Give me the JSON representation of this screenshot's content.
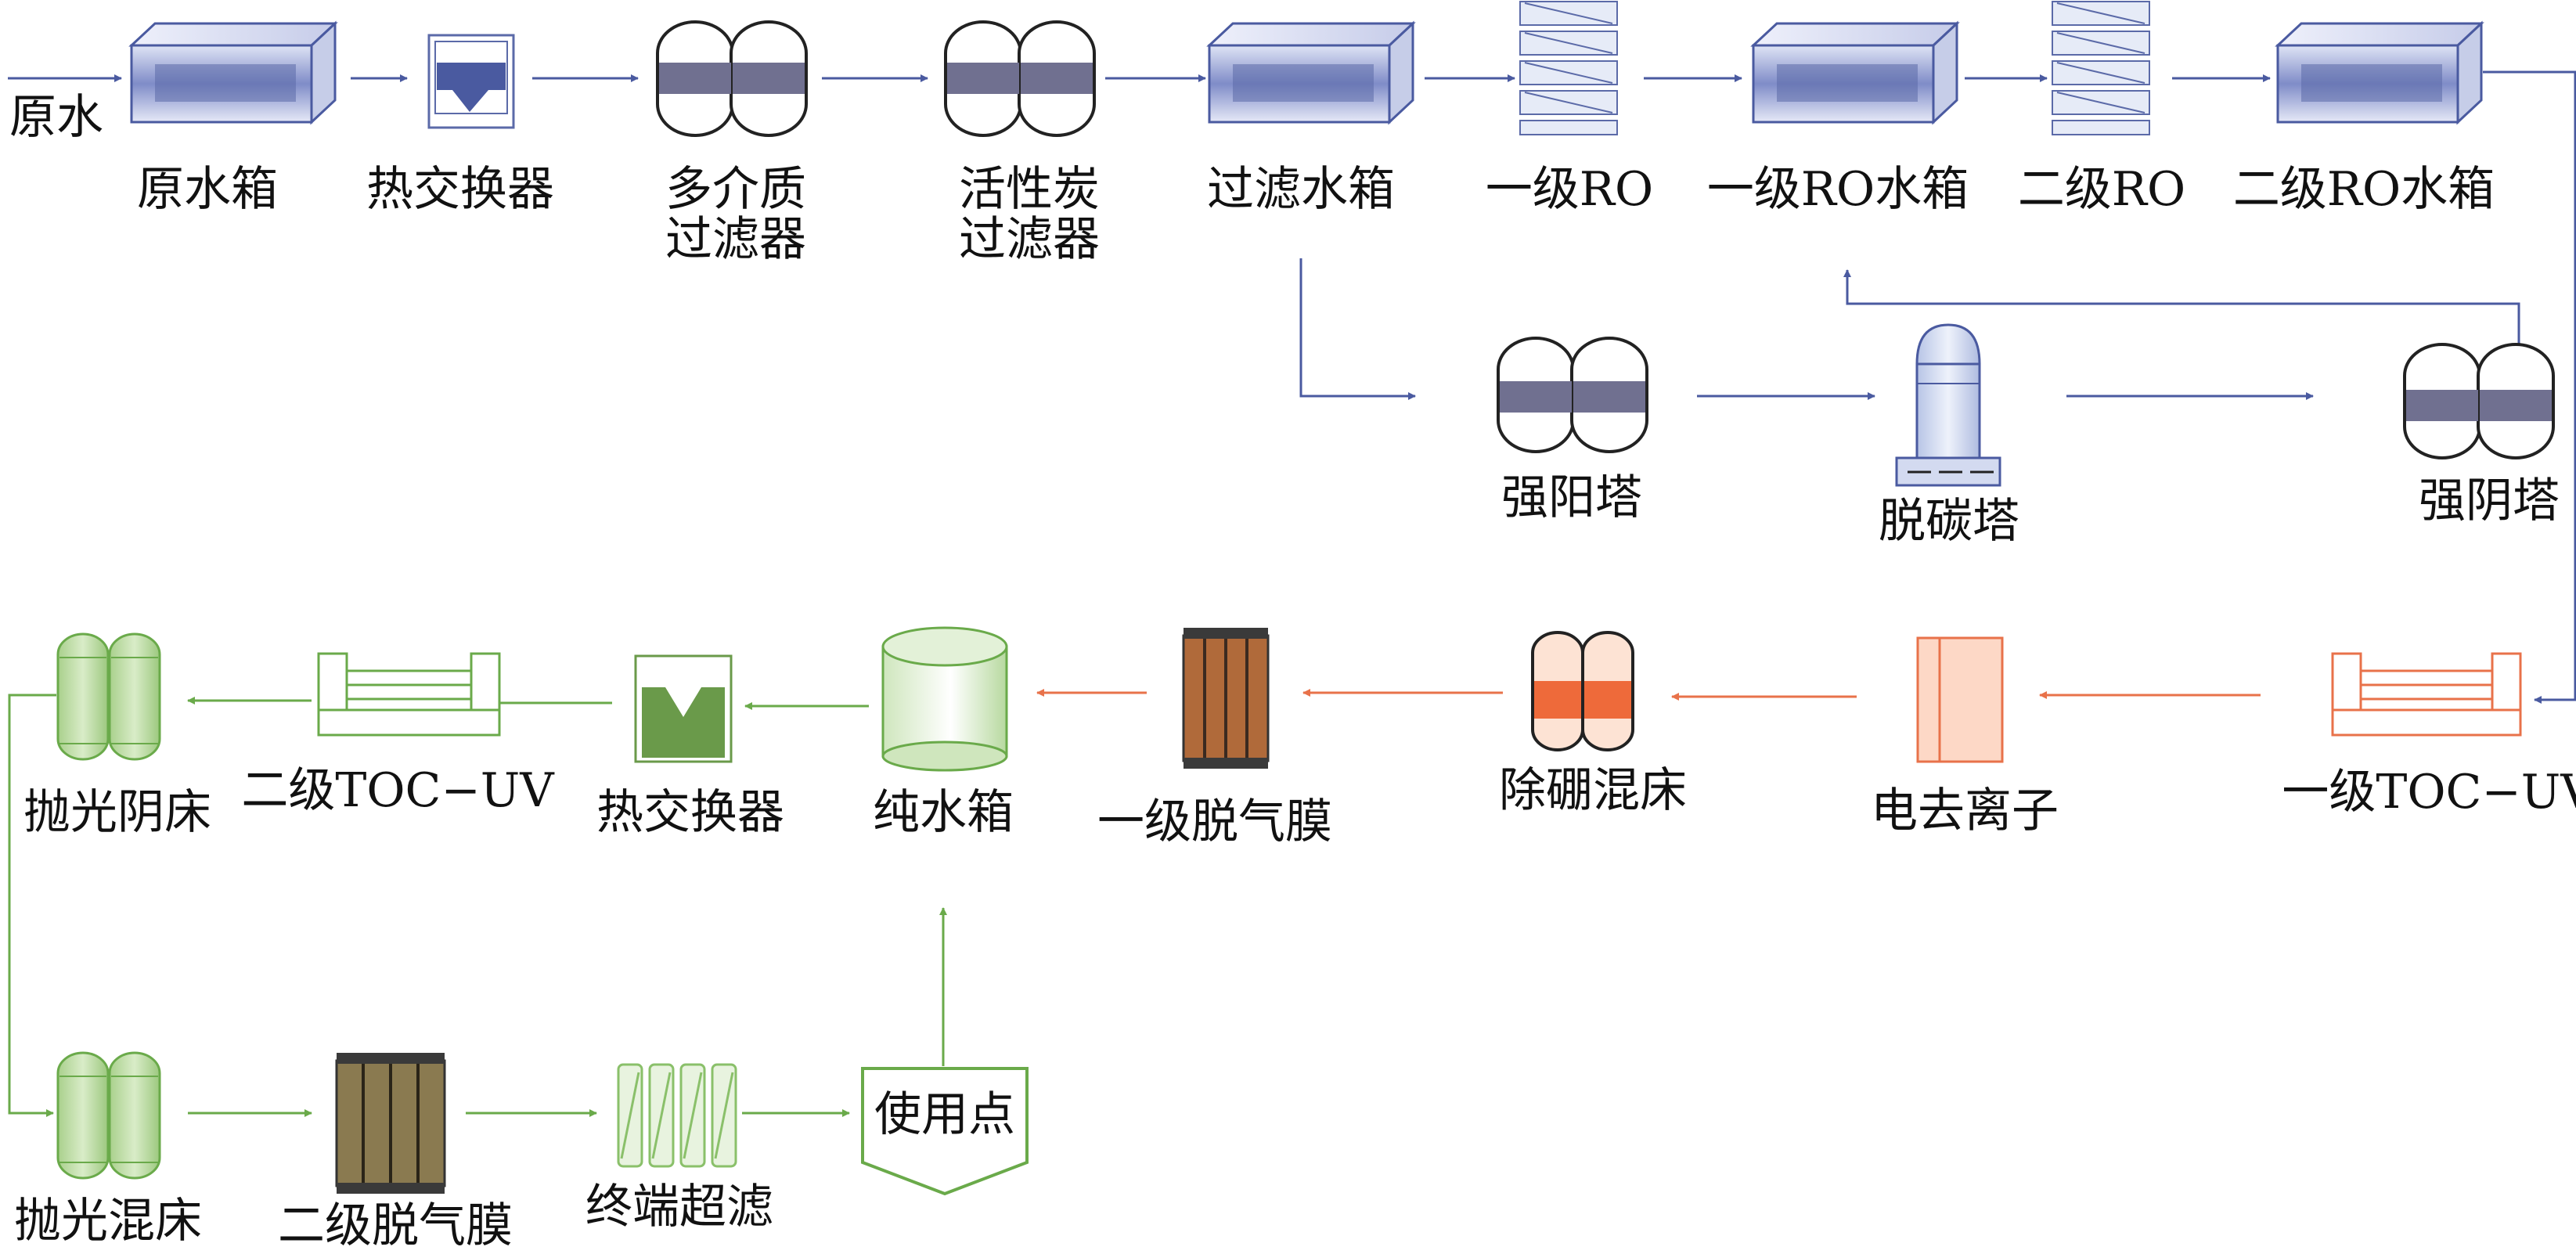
{
  "title": "",
  "colors": {
    "blue_flow": "#4a5aa0",
    "orange_flow": "#e8724a",
    "green_flow": "#6aaa4a",
    "tank_blue": "#5b6aa8",
    "resin_fill": "#707090",
    "orange_fill": "#ee6a3a",
    "green_fill": "#b8d8a0",
    "dark_green": "#6a9a4a",
    "membrane_brown": "#b06a3a",
    "membrane_olive": "#8a7a50"
  },
  "nodes": {
    "source": {
      "label": "原水",
      "icon": "arrow-in-icon"
    },
    "raw_tank": {
      "label": "原水箱",
      "icon": "tank-box-icon"
    },
    "heat_exchanger_1": {
      "label": "热交换器",
      "icon": "heat-exchanger-icon"
    },
    "multimedia_filter": {
      "label_line1": "多介质",
      "label_line2": "过滤器",
      "icon": "twin-vessel-icon"
    },
    "carbon_filter": {
      "label_line1": "活性炭",
      "label_line2": "过滤器",
      "icon": "twin-vessel-icon"
    },
    "filtered_tank": {
      "label": "过滤水箱",
      "icon": "tank-box-icon"
    },
    "ro1": {
      "label": "一级RO",
      "icon": "ro-membrane-stack-icon"
    },
    "ro1_tank": {
      "label": "一级RO水箱",
      "icon": "tank-box-icon"
    },
    "ro2": {
      "label": "二级RO",
      "icon": "ro-membrane-stack-icon"
    },
    "ro2_tank": {
      "label": "二级RO水箱",
      "icon": "tank-box-icon"
    },
    "cation_tower": {
      "label": "强阳塔",
      "icon": "twin-vessel-icon"
    },
    "decarb_tower": {
      "label": "脱碳塔",
      "icon": "decarbonator-icon"
    },
    "anion_tower": {
      "label": "强阴塔",
      "icon": "twin-vessel-icon"
    },
    "toc_uv_1": {
      "label": "一级TOC−UV",
      "icon": "uv-reactor-icon"
    },
    "edi": {
      "label": "电去离子",
      "icon": "edi-module-icon"
    },
    "boron_mixed_bed": {
      "label": "除硼混床",
      "icon": "twin-vessel-icon"
    },
    "degas_membrane_1": {
      "label": "一级脱气膜",
      "icon": "degas-membrane-icon"
    },
    "pure_tank": {
      "label": "纯水箱",
      "icon": "cylinder-tank-icon"
    },
    "heat_exchanger_2": {
      "label": "热交换器",
      "icon": "heat-exchanger-icon"
    },
    "toc_uv_2": {
      "label": "二级TOC−UV",
      "icon": "uv-reactor-icon"
    },
    "polish_anion_bed": {
      "label": "抛光阴床",
      "icon": "twin-vessel-icon"
    },
    "polish_mixed_bed": {
      "label": "抛光混床",
      "icon": "twin-vessel-icon"
    },
    "degas_membrane_2": {
      "label": "二级脱气膜",
      "icon": "degas-membrane-icon"
    },
    "final_uf": {
      "label": "终端超滤",
      "icon": "ultrafilter-icon"
    },
    "point_of_use": {
      "label": "使用点",
      "icon": "point-of-use-icon"
    }
  },
  "edges": [
    [
      "source",
      "raw_tank"
    ],
    [
      "raw_tank",
      "heat_exchanger_1"
    ],
    [
      "heat_exchanger_1",
      "multimedia_filter"
    ],
    [
      "multimedia_filter",
      "carbon_filter"
    ],
    [
      "carbon_filter",
      "filtered_tank"
    ],
    [
      "filtered_tank",
      "ro1"
    ],
    [
      "ro1",
      "ro1_tank"
    ],
    [
      "ro1_tank",
      "ro2"
    ],
    [
      "ro2",
      "ro2_tank"
    ],
    [
      "filtered_tank",
      "cation_tower"
    ],
    [
      "cation_tower",
      "decarb_tower"
    ],
    [
      "decarb_tower",
      "anion_tower"
    ],
    [
      "anion_tower",
      "ro1_tank"
    ],
    [
      "ro2_tank",
      "toc_uv_1"
    ],
    [
      "toc_uv_1",
      "edi"
    ],
    [
      "edi",
      "boron_mixed_bed"
    ],
    [
      "boron_mixed_bed",
      "degas_membrane_1"
    ],
    [
      "degas_membrane_1",
      "pure_tank"
    ],
    [
      "pure_tank",
      "heat_exchanger_2"
    ],
    [
      "heat_exchanger_2",
      "toc_uv_2"
    ],
    [
      "toc_uv_2",
      "polish_anion_bed"
    ],
    [
      "polish_anion_bed",
      "polish_mixed_bed"
    ],
    [
      "polish_mixed_bed",
      "degas_membrane_2"
    ],
    [
      "degas_membrane_2",
      "final_uf"
    ],
    [
      "final_uf",
      "point_of_use"
    ],
    [
      "point_of_use",
      "pure_tank"
    ]
  ]
}
